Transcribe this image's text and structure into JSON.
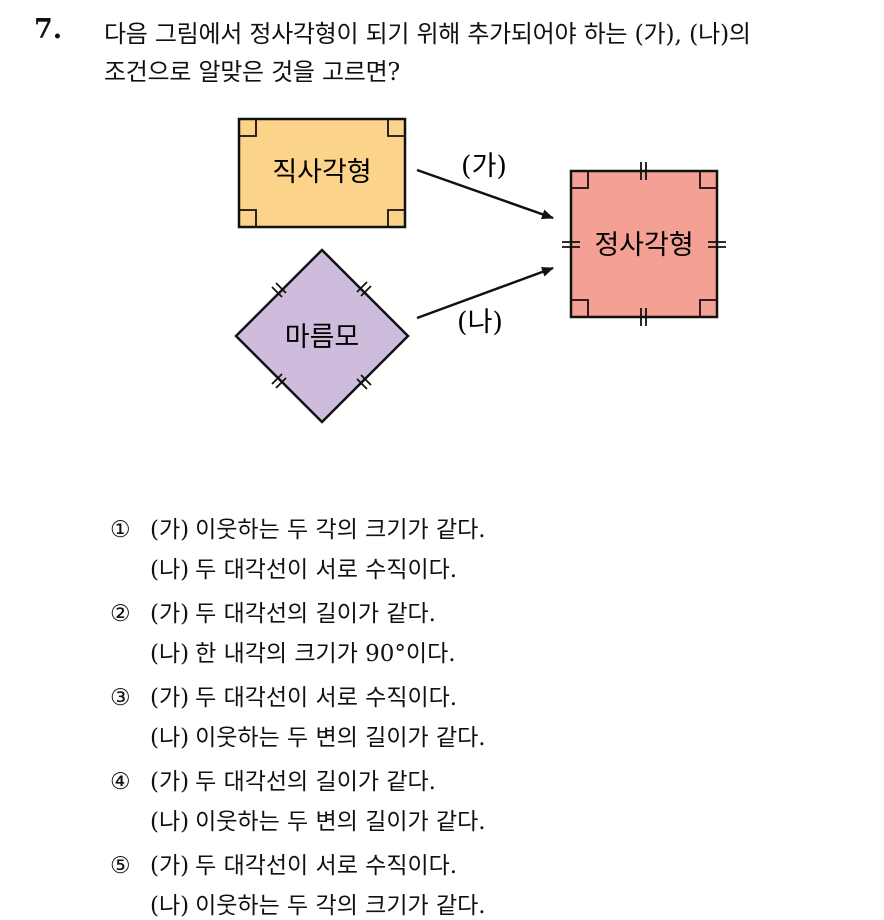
{
  "question": {
    "number": "7.",
    "line1": "다음 그림에서 정사각형이 되기 위해 추가되어야 하는 (가), (나)의",
    "line2": "조건으로 알맞은 것을 고르면?"
  },
  "figure": {
    "rectangle_label": "직사각형",
    "rhombus_label": "마름모",
    "square_label": "정사각형",
    "arrow_top_label": "(가)",
    "arrow_bottom_label": "(나)",
    "colors": {
      "rectangle": "#fbd38a",
      "rhombus": "#cdbcdc",
      "square": "#f4a094"
    }
  },
  "choices": [
    {
      "mark": "①",
      "ga_tag": "(가)",
      "ga": "이웃하는 두 각의 크기가 같다.",
      "na_tag": "(나)",
      "na": "두 대각선이 서로 수직이다."
    },
    {
      "mark": "②",
      "ga_tag": "(가)",
      "ga": "두 대각선의 길이가 같다.",
      "na_tag": "(나)",
      "na": "한 내각의 크기가 90°이다."
    },
    {
      "mark": "③",
      "ga_tag": "(가)",
      "ga": "두 대각선이 서로 수직이다.",
      "na_tag": "(나)",
      "na": "이웃하는 두 변의 길이가 같다."
    },
    {
      "mark": "④",
      "ga_tag": "(가)",
      "ga": "두 대각선의 길이가 같다.",
      "na_tag": "(나)",
      "na": "이웃하는 두 변의 길이가 같다."
    },
    {
      "mark": "⑤",
      "ga_tag": "(가)",
      "ga": "두 대각선이 서로 수직이다.",
      "na_tag": "(나)",
      "na": "이웃하는 두 각의 크기가 같다."
    }
  ]
}
